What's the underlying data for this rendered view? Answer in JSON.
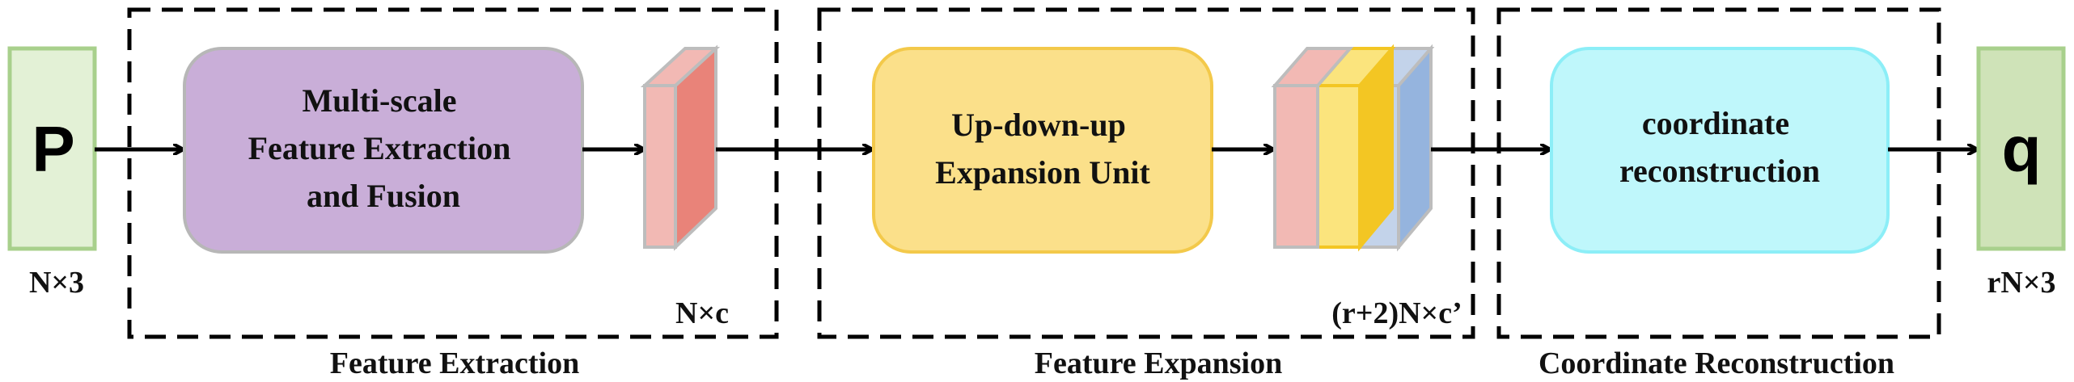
{
  "input": {
    "label": "P",
    "dims": "N×3"
  },
  "output": {
    "label": "q",
    "dims": "rN×3"
  },
  "stages": [
    {
      "section_label": "Feature Extraction",
      "block_lines": [
        "Multi-scale",
        "Feature Extraction",
        "and Fusion"
      ],
      "feature_dims": "N×c"
    },
    {
      "section_label": "Feature Expansion",
      "block_lines": [
        "Up-down-up",
        "Expansion Unit"
      ],
      "feature_dims": "(r+2)N×c’"
    },
    {
      "section_label": "Coordinate Reconstruction",
      "block_lines": [
        "coordinate",
        "reconstruction"
      ]
    }
  ],
  "colors": {
    "input_fill": "#e3f1d6",
    "input_stroke": "#a8d08c",
    "output_fill": "#cfe3b8",
    "output_stroke": "#a8d08c",
    "extraction_fill": "#c9aed8",
    "extraction_stroke": "#b7b7b7",
    "expansion_fill": "#fbe08a",
    "expansion_stroke": "#f3c94a",
    "reconstruction_fill": "#bff7fb",
    "reconstruction_stroke": "#8ceef7",
    "feature_red_front": "#f2b9b4",
    "feature_red_side": "#e98379",
    "feature_yellow_front": "#fbe47d",
    "feature_yellow_side": "#f3c623",
    "feature_blue_front": "#c3d3ea",
    "feature_blue_side": "#95b4de",
    "cube_stroke": "#bdbdbd"
  }
}
